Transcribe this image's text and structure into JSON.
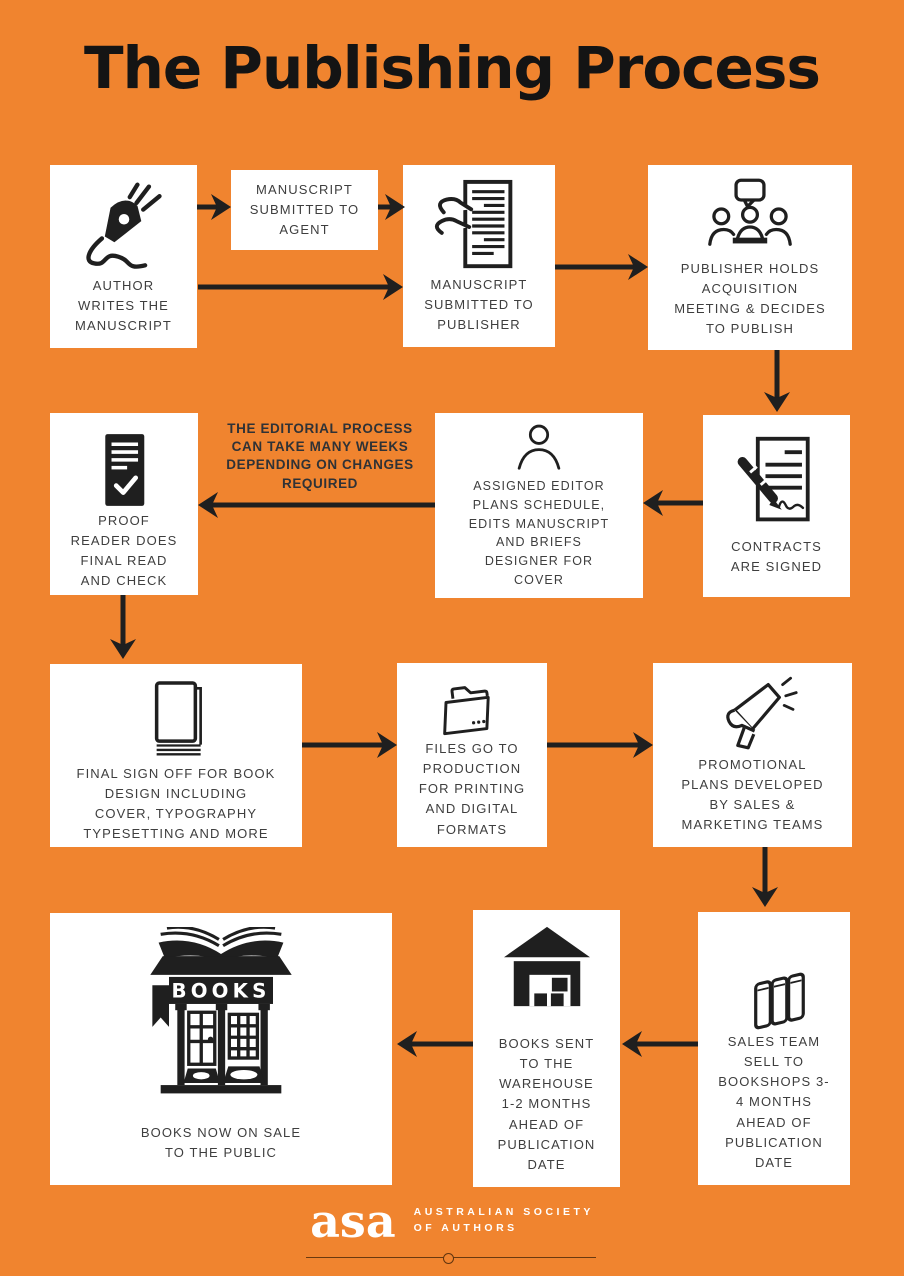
{
  "title": "The Publishing Process",
  "colors": {
    "background": "#F0842F",
    "box": "#FFFFFF",
    "ink": "#1F1F1F",
    "label_text": "#3E3E3E",
    "note_text": "#2F3236",
    "footer_text": "#FFFFFF"
  },
  "steps": {
    "author": {
      "label": "AUTHOR\nWRITES THE\nMANUSCRIPT",
      "icon": "fountain-pen-icon"
    },
    "agent": {
      "label": "MANUSCRIPT\nSUBMITTED TO\nAGENT"
    },
    "publisher": {
      "label": "MANUSCRIPT\nSUBMITTED TO\nPUBLISHER",
      "icon": "hand-manuscript-icon"
    },
    "acquisition": {
      "label": "PUBLISHER HOLDS\nACQUISITION\nMEETING & DECIDES\nTO PUBLISH",
      "icon": "meeting-icon"
    },
    "contracts": {
      "label": "CONTRACTS\nARE SIGNED",
      "icon": "contract-signing-icon"
    },
    "editor": {
      "label": "ASSIGNED EDITOR\nPLANS SCHEDULE,\nEDITS MANUSCRIPT\nAND BRIEFS\nDESIGNER FOR\nCOVER",
      "icon": "person-icon"
    },
    "proofreader": {
      "label": "PROOF\nREADER DOES\nFINAL READ\nAND CHECK",
      "icon": "checked-document-icon"
    },
    "design": {
      "label": "FINAL SIGN OFF FOR BOOK\nDESIGN INCLUDING\nCOVER, TYPOGRAPHY\nTYPESETTING AND MORE",
      "icon": "book-icon"
    },
    "production": {
      "label": "FILES GO TO\nPRODUCTION\nFOR PRINTING\nAND DIGITAL\nFORMATS",
      "icon": "folder-icon"
    },
    "promotion": {
      "label": "PROMOTIONAL\nPLANS DEVELOPED\nBY SALES &\nMARKETING TEAMS",
      "icon": "megaphone-icon"
    },
    "sales": {
      "label": "SALES TEAM\nSELL TO\nBOOKSHOPS 3-\n4 MONTHS\nAHEAD OF\nPUBLICATION\nDATE",
      "icon": "books-stack-icon"
    },
    "warehouse": {
      "label": "BOOKS SENT\nTO THE\nWAREHOUSE\n1-2 MONTHS\nAHEAD OF\nPUBLICATION\nDATE",
      "icon": "warehouse-icon"
    },
    "onsale": {
      "label": "BOOKS NOW ON SALE\nTO THE PUBLIC",
      "icon": "bookshop-icon"
    }
  },
  "note": "THE EDITORIAL PROCESS\nCAN TAKE MANY WEEKS\nDEPENDING ON CHANGES\nREQUIRED",
  "bookshop_sign": "BOOKS",
  "footer": {
    "logo": "asa",
    "org_line1": "AUSTRALIAN SOCIETY",
    "org_line2": "OF AUTHORS"
  }
}
